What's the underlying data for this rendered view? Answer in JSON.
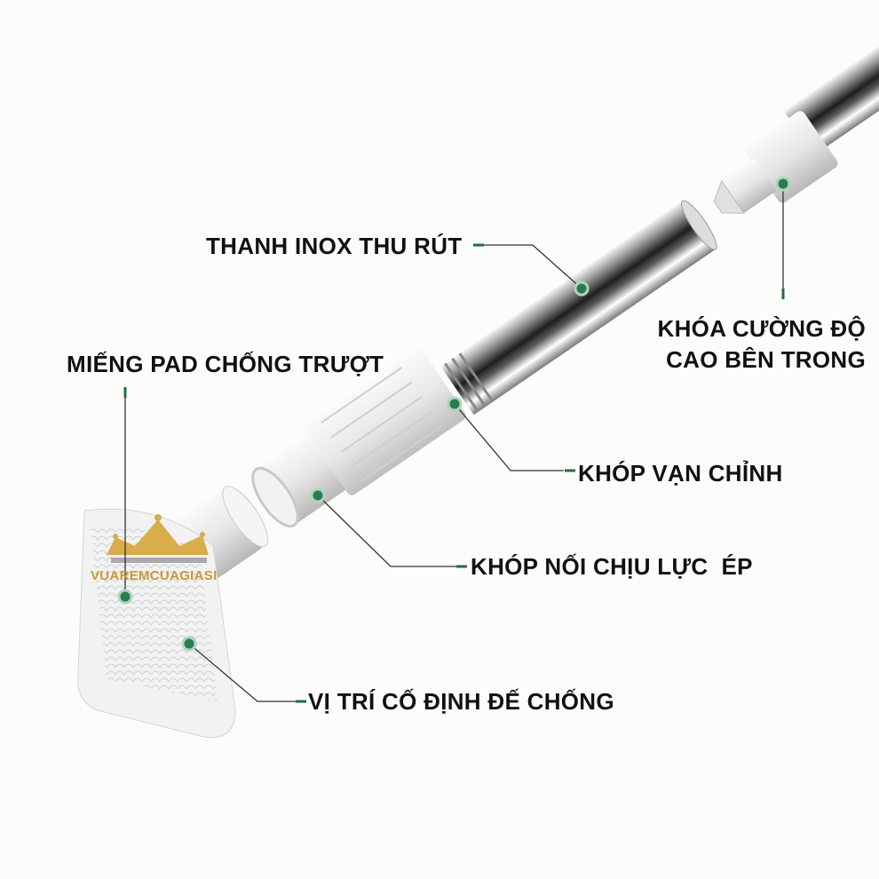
{
  "labels": {
    "retractable_bar": "THANH INOX THU RÚT",
    "inner_lock_line1": "KHÓA CƯỜNG ĐỘ",
    "inner_lock_line2": "CAO BÊN TRONG",
    "anti_slip_pad": "MIẾNG PAD CHỐNG TRƯỢT",
    "adjust_joint": "KHÓP VẠN CHỈNH",
    "load_joint": "KHÓP NỐI CHỊU LỰC  ÉP",
    "base_fix_position": "VỊ TRÍ CỐ ĐỊNH ĐẾ CHỐNG"
  },
  "watermark": "VUAREMCUAGIASI",
  "colors": {
    "accent": "#1f6b45",
    "text": "#111111",
    "leader": "#333333"
  }
}
